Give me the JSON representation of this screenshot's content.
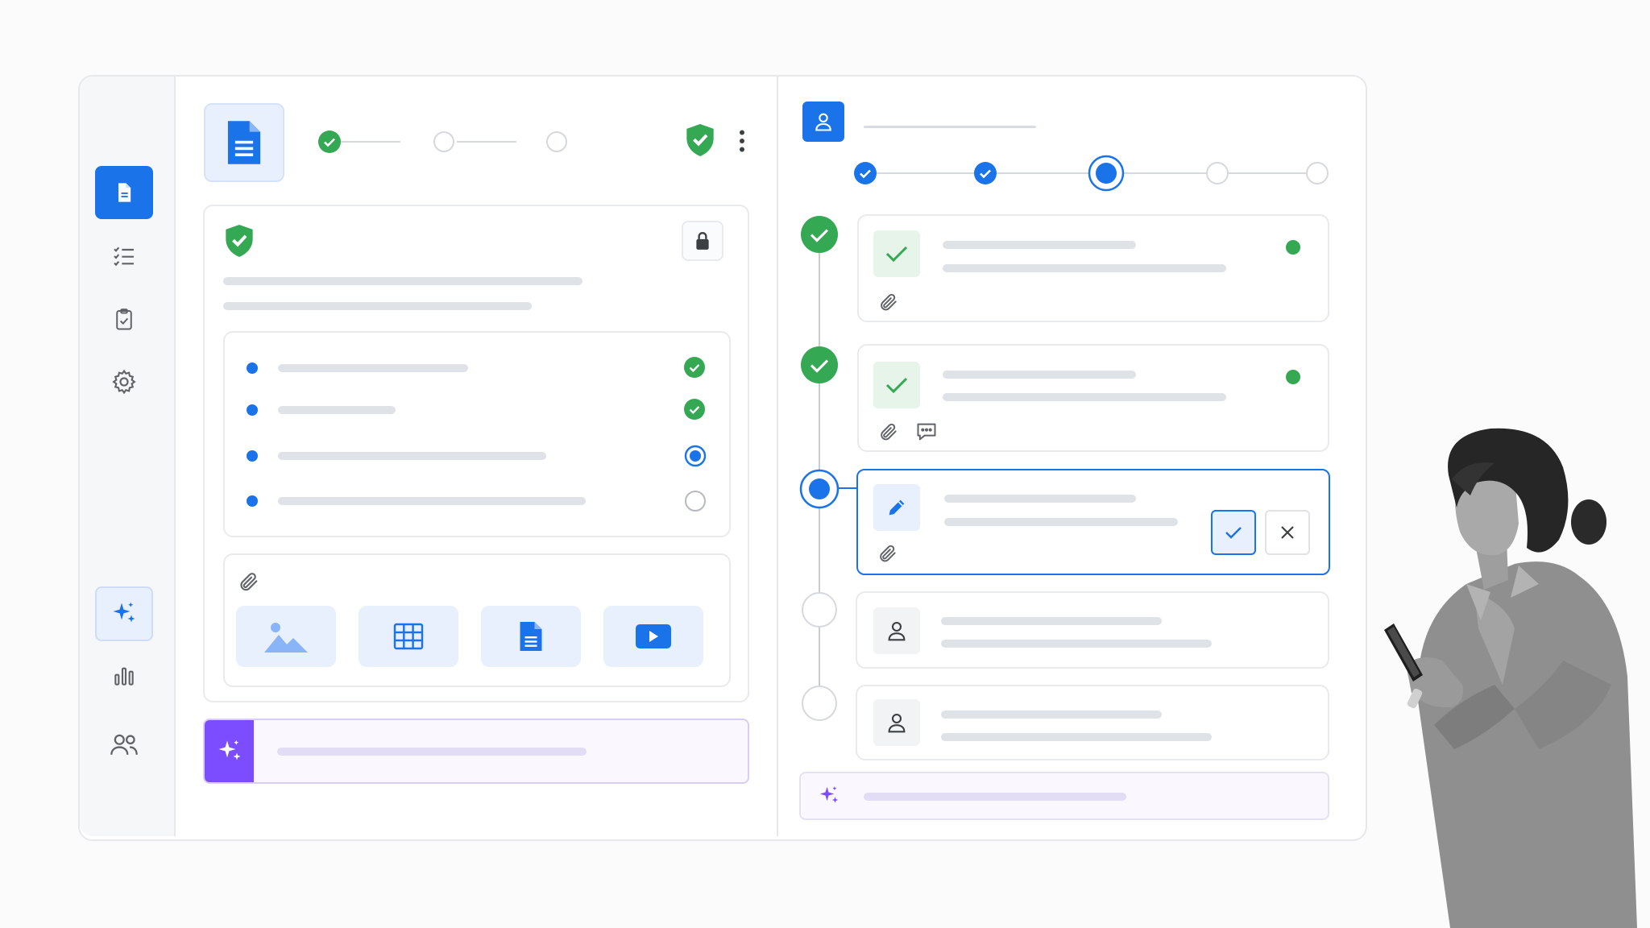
{
  "colors": {
    "primary": "#1a73e8",
    "success": "#34a853",
    "ai_accent": "#7c4dff",
    "border": "#e6e8ec",
    "placeholder": "#dfe2e6"
  },
  "sidebar": {
    "items": [
      {
        "icon": "home-icon",
        "active": false
      },
      {
        "icon": "document-icon",
        "active": true
      },
      {
        "icon": "checklist-icon",
        "active": false
      },
      {
        "icon": "clipboard-check-icon",
        "active": false
      },
      {
        "icon": "gear-icon",
        "active": false
      },
      {
        "icon": "sparkle-icon",
        "active": false
      },
      {
        "icon": "bar-chart-icon",
        "active": false
      },
      {
        "icon": "users-icon",
        "active": false
      }
    ]
  },
  "document_panel": {
    "stepper": {
      "total": 3,
      "completed": 1
    },
    "status_icon": "shield-check-icon",
    "checklist": [
      {
        "status": "done"
      },
      {
        "status": "done"
      },
      {
        "status": "current"
      },
      {
        "status": "pending"
      }
    ],
    "attachments": {
      "icon": "paperclip-icon",
      "types": [
        "image-icon",
        "table-icon",
        "document-icon",
        "video-icon"
      ]
    },
    "ai_prompt_icon": "sparkle-icon"
  },
  "workflow_panel": {
    "header_icon": "user-icon",
    "stepper": {
      "total": 5,
      "completed": 2,
      "current": 3
    },
    "steps": [
      {
        "status": "approved",
        "icon": "check-icon",
        "attachments": [
          "paperclip-icon"
        ],
        "indicator": "online"
      },
      {
        "status": "approved",
        "icon": "check-icon",
        "attachments": [
          "paperclip-icon",
          "comment-icon"
        ],
        "indicator": "online"
      },
      {
        "status": "in-progress",
        "icon": "pencil-icon",
        "attachments": [
          "paperclip-icon"
        ],
        "actions": [
          "approve",
          "reject"
        ]
      },
      {
        "status": "pending",
        "icon": "user-icon",
        "attachments": []
      },
      {
        "status": "pending",
        "icon": "user-icon",
        "attachments": []
      }
    ],
    "ai_prompt_icon": "sparkle-icon"
  },
  "illustration": {
    "subject": "person-with-phone"
  }
}
